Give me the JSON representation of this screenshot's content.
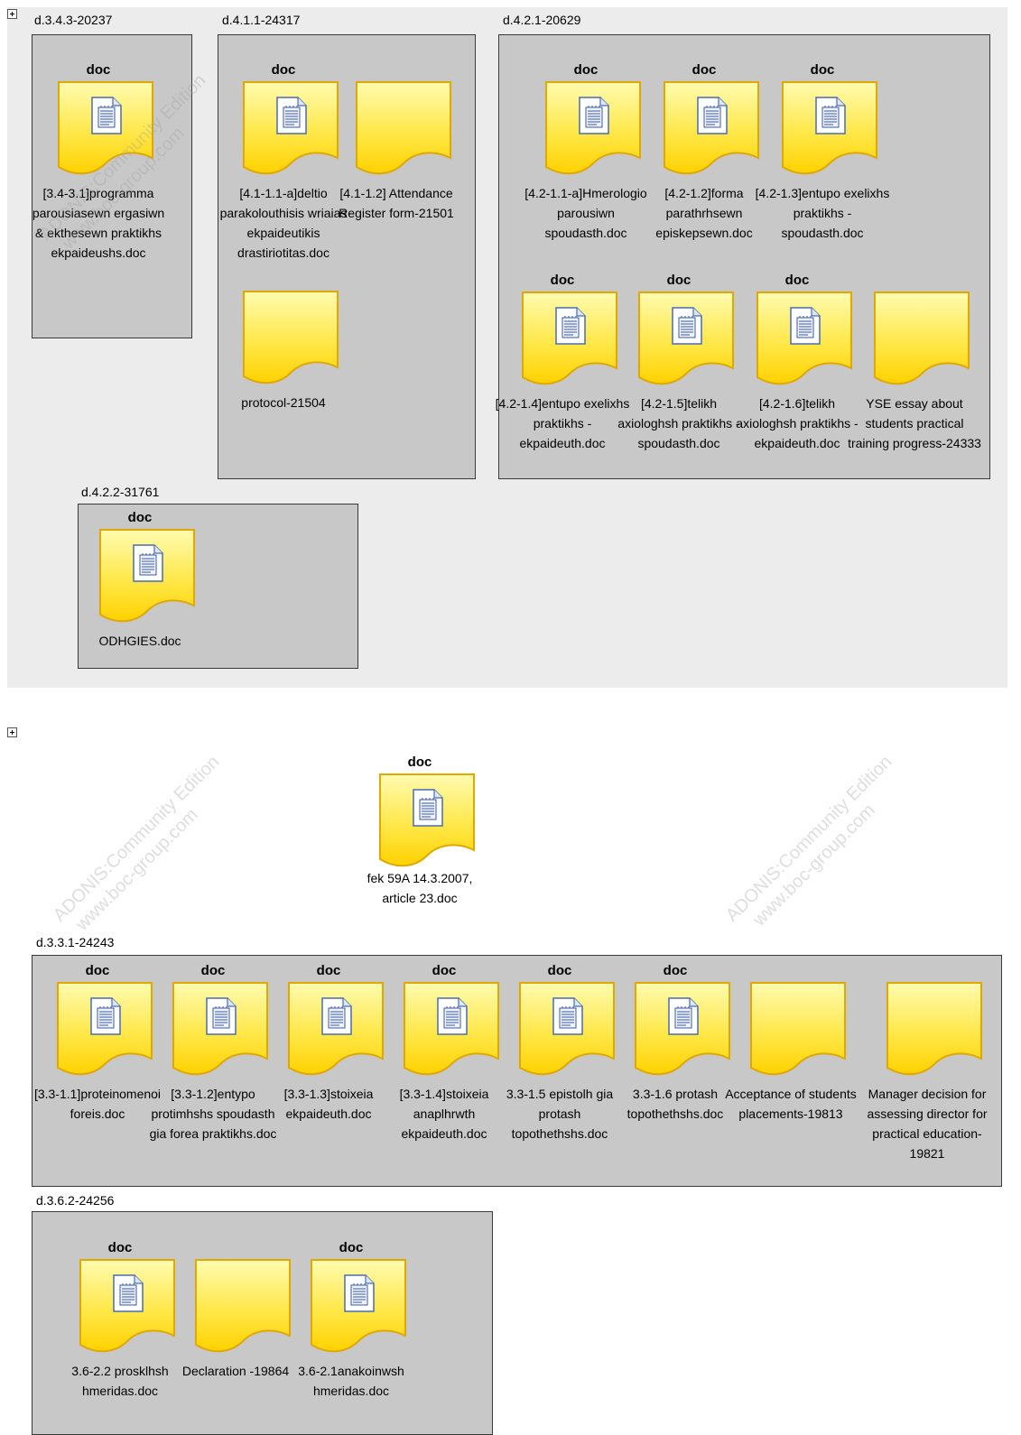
{
  "top_section": {
    "folders": [
      {
        "title": "d.3.4.3-20237",
        "docs": [
          {
            "type": "doc",
            "icon": true,
            "label": "[3.4-3.1]programma parousiasewn ergasiwn & ekthesewn praktikhs ekpaideushs.doc"
          }
        ]
      },
      {
        "title": "d.4.1.1-24317",
        "docs": [
          {
            "type": "doc",
            "icon": true,
            "label": "[4.1-1.1-a]deltio parakolouthisis wriaias ekpaideutikis drastiriotitas.doc"
          },
          {
            "type": "",
            "icon": false,
            "label": "[4.1-1.2] Attendance Register form-21501"
          },
          {
            "type": "",
            "icon": false,
            "label": "protocol-21504"
          }
        ]
      },
      {
        "title": "d.4.2.1-20629",
        "docs": [
          {
            "type": "doc",
            "icon": true,
            "label": "[4.2-1.1-a]Hmerologio parousiwn spoudasth.doc"
          },
          {
            "type": "doc",
            "icon": true,
            "label": "[4.2-1.2]forma parathrhsewn episkepsewn.doc"
          },
          {
            "type": "doc",
            "icon": true,
            "label": "[4.2-1.3]entupo exelixhs praktikhs - spoudasth.doc"
          },
          {
            "type": "doc",
            "icon": true,
            "label": "[4.2-1.4]entupo exelixhs praktikhs - ekpaideuth.doc"
          },
          {
            "type": "doc",
            "icon": true,
            "label": "[4.2-1.5]telikh axiologhsh praktikhs - spoudasth.doc"
          },
          {
            "type": "doc",
            "icon": true,
            "label": "[4.2-1.6]telikh axiologhsh praktikhs - ekpaideuth.doc"
          },
          {
            "type": "",
            "icon": false,
            "label": "YSE essay about students practical training progress-24333"
          }
        ]
      },
      {
        "title": "d.4.2.2-31761",
        "docs": [
          {
            "type": "doc",
            "icon": true,
            "label": "ODHGIES.doc"
          }
        ]
      }
    ]
  },
  "bottom_section": {
    "standalone_doc": {
      "type": "doc",
      "icon": true,
      "label": "fek 59A 14.3.2007, article 23.doc"
    },
    "folders": [
      {
        "title": "d.3.3.1-24243",
        "docs": [
          {
            "type": "doc",
            "icon": true,
            "label": "[3.3-1.1]proteinomenoi foreis.doc"
          },
          {
            "type": "doc",
            "icon": true,
            "label": "[3.3-1.2]entypo protimhshs spoudasth gia forea praktikhs.doc"
          },
          {
            "type": "doc",
            "icon": true,
            "label": "[3.3-1.3]stoixeia ekpaideuth.doc"
          },
          {
            "type": "doc",
            "icon": true,
            "label": "[3.3-1.4]stoixeia anaplhrwth ekpaideuth.doc"
          },
          {
            "type": "doc",
            "icon": true,
            "label": "3.3-1.5 epistolh gia protash topothethshs.doc"
          },
          {
            "type": "doc",
            "icon": true,
            "label": "3.3-1.6 protash topothethshs.doc"
          },
          {
            "type": "",
            "icon": false,
            "label": "Acceptance of students placements-19813"
          },
          {
            "type": "",
            "icon": false,
            "label": "Manager decision for assessing director for practical education-19821"
          }
        ]
      },
      {
        "title": "d.3.6.2-24256",
        "docs": [
          {
            "type": "doc",
            "icon": true,
            "label": "3.6-2.2 prosklhsh hmeridas.doc"
          },
          {
            "type": "",
            "icon": false,
            "label": "Declaration -19864"
          },
          {
            "type": "doc",
            "icon": true,
            "label": "3.6-2.1anakoinwsh hmeridas.doc"
          }
        ]
      }
    ]
  },
  "watermark": {
    "line1": "ADONIS:Community Edition",
    "line2": "www.boc-group.com"
  },
  "colors": {
    "folder_fill": "#c8c8c8",
    "doc_yellow_light": "#fffbb0",
    "doc_yellow_dark": "#ffd200",
    "doc_border": "#e0a800"
  }
}
